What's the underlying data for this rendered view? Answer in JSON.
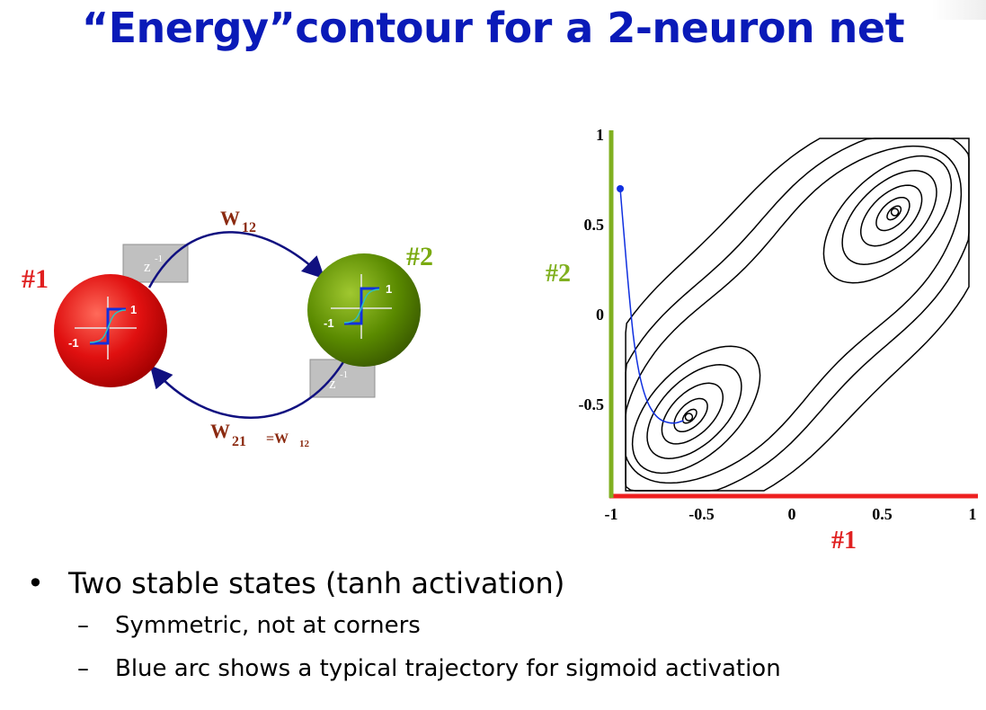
{
  "slide": {
    "title": "“Energy”contour for a 2-neuron net"
  },
  "network": {
    "neuron1_label": "#1",
    "neuron2_label": "#2",
    "delay_label": "z",
    "delay_exp": "-1",
    "w12_main": "W",
    "w12_sub": "12",
    "w21_main": "W",
    "w21_sub": "21",
    "w21_eq": "=W",
    "w21_eq_sub": "12",
    "activation_pos": "1",
    "activation_neg": "-1",
    "colors": {
      "neuron1": "#e01010",
      "neuron2": "#5a8a00",
      "arrow": "#101080",
      "weight_label": "#8b2a10",
      "label1": "#e02020",
      "label2": "#7aaa10"
    }
  },
  "chart_data": {
    "type": "contour",
    "xlabel": "#1",
    "ylabel": "#2",
    "xlim": [
      -1,
      1
    ],
    "ylim": [
      -1,
      1
    ],
    "x_ticks": [
      "-1",
      "-0.5",
      "0",
      "0.5",
      "1"
    ],
    "y_ticks": [
      "1",
      "0.5",
      "0",
      "-0.5"
    ],
    "minima": [
      [
        -0.57,
        -0.57
      ],
      [
        0.57,
        0.57
      ]
    ],
    "trajectory": {
      "color": "#1030e0",
      "points": [
        [
          -0.95,
          0.7
        ],
        [
          -0.93,
          0.45
        ],
        [
          -0.9,
          0.1
        ],
        [
          -0.87,
          -0.2
        ],
        [
          -0.82,
          -0.45
        ],
        [
          -0.75,
          -0.58
        ],
        [
          -0.66,
          -0.61
        ],
        [
          -0.6,
          -0.59
        ]
      ]
    },
    "axis_colors": {
      "x": "#ee2020",
      "y": "#80b020"
    }
  },
  "bullets": {
    "main": "Two stable states (tanh activation)",
    "sub": [
      "Symmetric, not at corners",
      "Blue arc shows a typical trajectory for sigmoid activation"
    ]
  }
}
